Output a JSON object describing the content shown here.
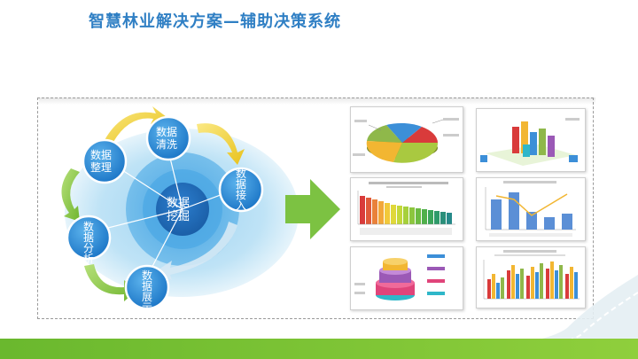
{
  "slide": {
    "title": "智慧林业解决方案—辅助决策系统"
  },
  "hub": {
    "center_label": "数据\n挖掘",
    "nodes": [
      {
        "id": "clean",
        "label": "数据\n清洗"
      },
      {
        "id": "access",
        "label": "数\n据\n接\n入"
      },
      {
        "id": "display",
        "label": "数\n据\n展\n示"
      },
      {
        "id": "analysis",
        "label": "数\n据\n分\n析"
      },
      {
        "id": "organize",
        "label": "数据\n整理"
      }
    ]
  },
  "colors": {
    "title": "#2f7fc4",
    "node_fill": "#2d8fd8",
    "arrow_green": "#7cc242",
    "arrow_yellow": "#f2d33a",
    "halo": "#bfe3f6"
  }
}
